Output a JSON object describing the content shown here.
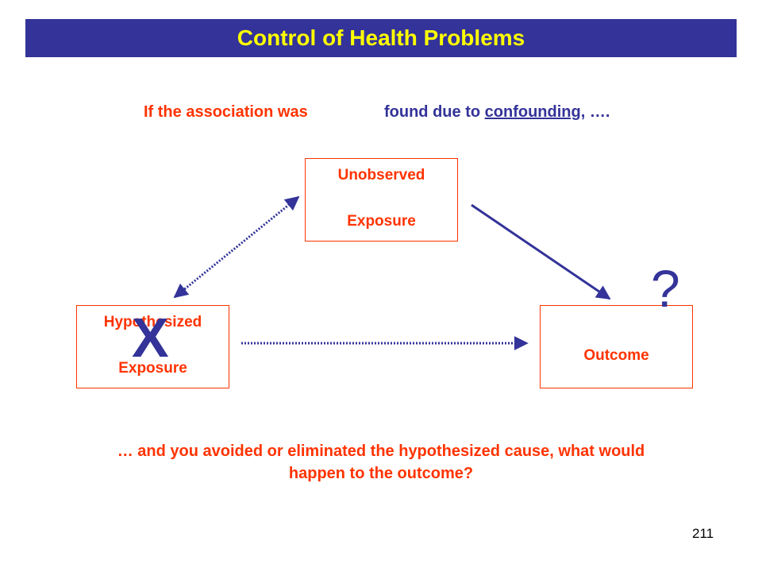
{
  "title": "Control of Health Problems",
  "intro": {
    "part1": "If the association was",
    "part2_prefix": "found due to ",
    "part2_underlined": "confounding",
    "part2_suffix": ", …."
  },
  "boxes": {
    "unobserved": {
      "line1": "Unobserved",
      "line2": "Exposure"
    },
    "hypothesized": {
      "line1": "Hypothesized",
      "line2": "Exposure"
    },
    "outcome": {
      "line1": "Outcome"
    }
  },
  "marks": {
    "cross": "X",
    "question": "?"
  },
  "bottom_text": {
    "line1": "… and you avoided or eliminated the hypothesized cause, what would",
    "line2": "happen to the outcome?"
  },
  "page_number": "211",
  "colors": {
    "title_bg": "#333399",
    "title_text": "#ffff00",
    "accent_orange": "#ff3300",
    "accent_blue": "#333399"
  }
}
